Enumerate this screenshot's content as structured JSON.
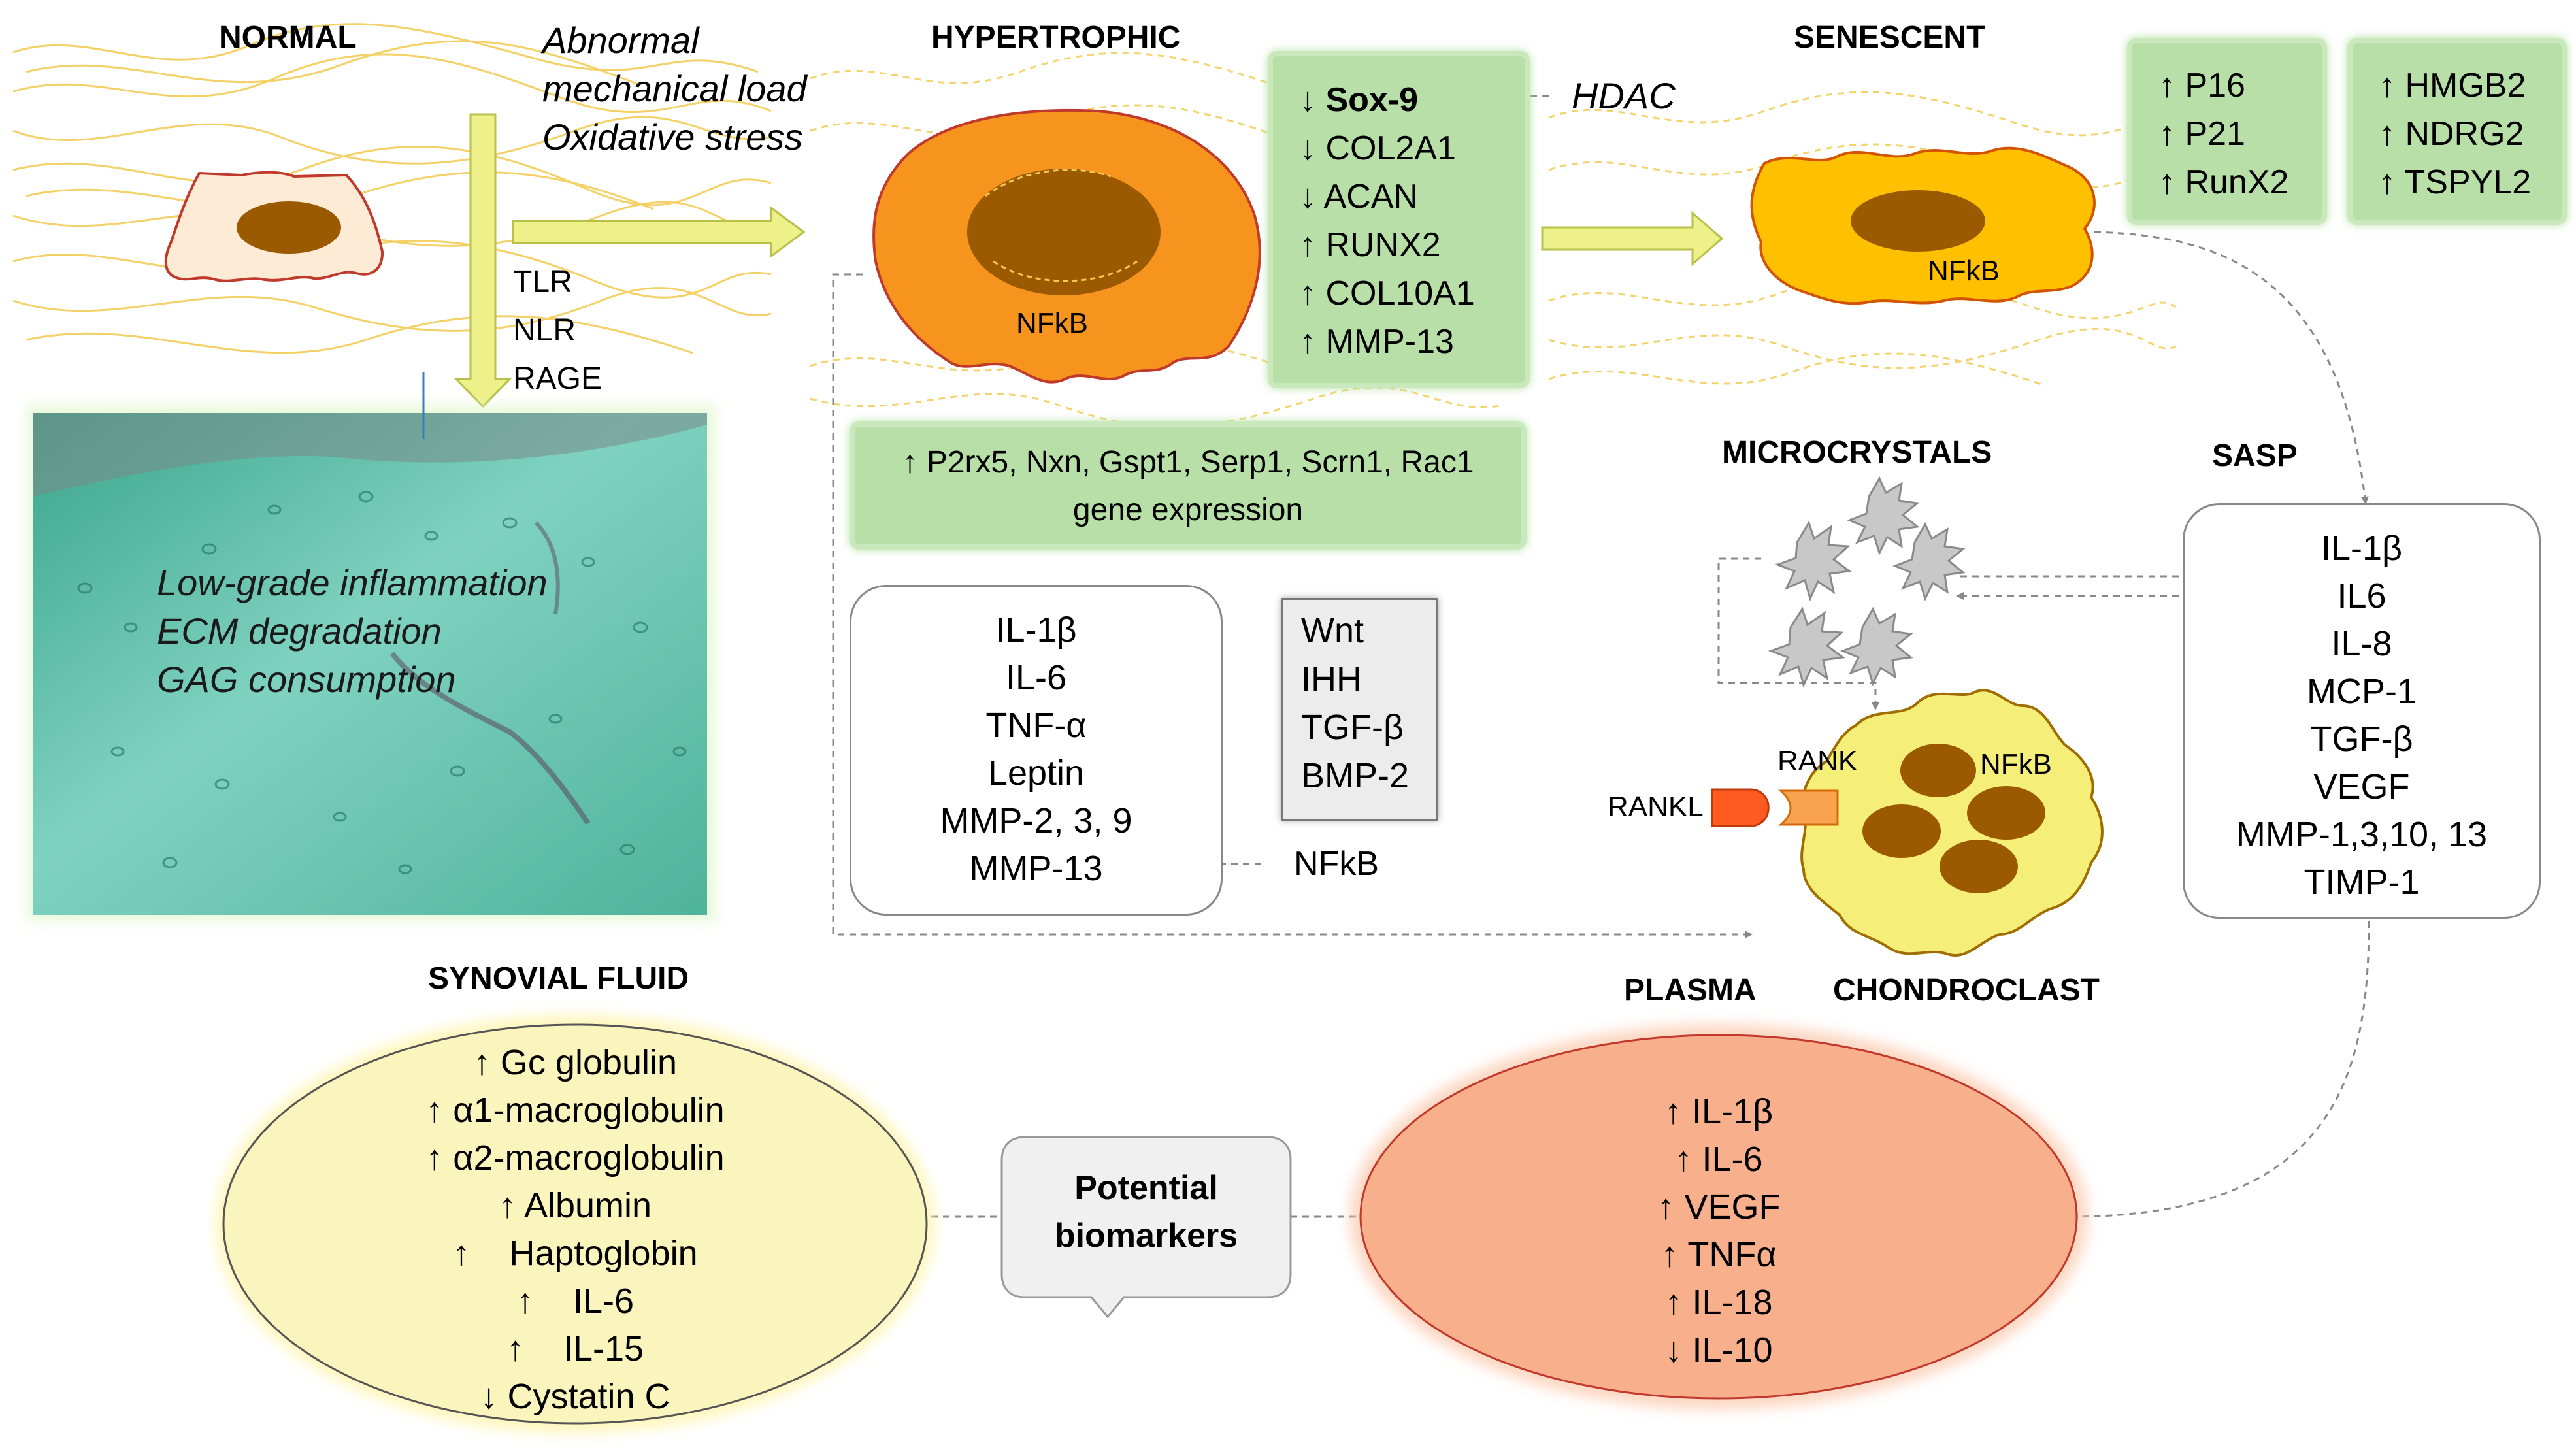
{
  "headings": {
    "normal": "NORMAL",
    "hypertrophic": "HYPERTROPHIC",
    "senescent": "SENESCENT",
    "microcrystals": "MICROCRYSTALS",
    "sasp": "SASP",
    "synovial_fluid": "SYNOVIAL FLUID",
    "plasma": "PLASMA",
    "chondroclast": "CHONDROCLAST"
  },
  "stress_labels": [
    "Abnormal",
    "mechanical load",
    "Oxidative stress"
  ],
  "receptors": [
    "TLR",
    "NLR",
    "RAGE"
  ],
  "tissue_effects": [
    "Low-grade inflammation",
    "ECM degradation",
    "GAG consumption"
  ],
  "hdac": "HDAC",
  "cell_nfkb_label": "NFkB",
  "hypertrophic_markers": [
    {
      "arrow": "↓",
      "name": "Sox-9"
    },
    {
      "arrow": "↓",
      "name": "COL2A1"
    },
    {
      "arrow": "↓",
      "name": "ACAN"
    },
    {
      "arrow": "↑",
      "name": "RUNX2"
    },
    {
      "arrow": "↑",
      "name": "COL10A1"
    },
    {
      "arrow": "↑",
      "name": "MMP-13"
    }
  ],
  "gene_expression": {
    "arrow": "↑",
    "line1": "P2rx5, Nxn, Gspt1, Serp1, Scrn1, Rac1",
    "line2": "gene expression"
  },
  "hypertrophic_secreted": [
    "IL-1β",
    "IL-6",
    "TNF-α",
    "Leptin",
    "MMP-2, 3, 9",
    "MMP-13"
  ],
  "signaling": [
    "Wnt",
    "IHH",
    "TGF-β",
    "BMP-2"
  ],
  "nfkb_label": "NFkB",
  "senescent_markers_a": [
    {
      "arrow": "↑",
      "name": "P16"
    },
    {
      "arrow": "↑",
      "name": "P21"
    },
    {
      "arrow": "↑",
      "name": "RunX2"
    }
  ],
  "senescent_markers_b": [
    {
      "arrow": "↑",
      "name": "HMGB2"
    },
    {
      "arrow": "↑",
      "name": "NDRG2"
    },
    {
      "arrow": "↑",
      "name": "TSPYL2"
    }
  ],
  "sasp_factors": [
    "IL-1β",
    "IL6",
    "IL-8",
    "MCP-1",
    "TGF-β",
    "VEGF",
    "MMP-1,3,10, 13",
    "TIMP-1"
  ],
  "rankl": "RANKL",
  "rank": "RANK",
  "chondroclast_nfkb": "NFkB",
  "synovial_biomarkers": [
    {
      "arrow": "↑",
      "name": "Gc globulin"
    },
    {
      "arrow": "↑",
      "name": "α1-macroglobulin"
    },
    {
      "arrow": "↑",
      "name": "α2-macroglobulin"
    },
    {
      "arrow": "↑",
      "name": "Albumin"
    },
    {
      "arrow": "↑",
      "name": "Haptoglobin"
    },
    {
      "arrow": "↑",
      "name": "IL-6"
    },
    {
      "arrow": "↑",
      "name": "IL-15"
    },
    {
      "arrow": "↓",
      "name": "Cystatin C"
    }
  ],
  "plasma_biomarkers": [
    {
      "arrow": "↑",
      "name": "IL-1β"
    },
    {
      "arrow": "↑",
      "name": "IL-6"
    },
    {
      "arrow": "↑",
      "name": "VEGF"
    },
    {
      "arrow": "↑",
      "name": "TNFα"
    },
    {
      "arrow": "↑",
      "name": "IL-18"
    },
    {
      "arrow": "↓",
      "name": "IL-10"
    }
  ],
  "potential_biomarkers": [
    "Potential",
    "biomarkers"
  ],
  "colors": {
    "fiber": "#f2c94c",
    "arrow_fill": "#eef08a",
    "hypertrophic_cell": "#f7941d",
    "senescent_cell": "#ffc000",
    "nucleus": "#9c5a00",
    "green_box": "#b8dfa8",
    "plasma_ellipse": "#f8b08c",
    "synovial_ellipse": "#faf5bd",
    "chondroclast": "#f5ef7a",
    "rankl": "#ff5a1f",
    "rank": "#f7a350"
  }
}
